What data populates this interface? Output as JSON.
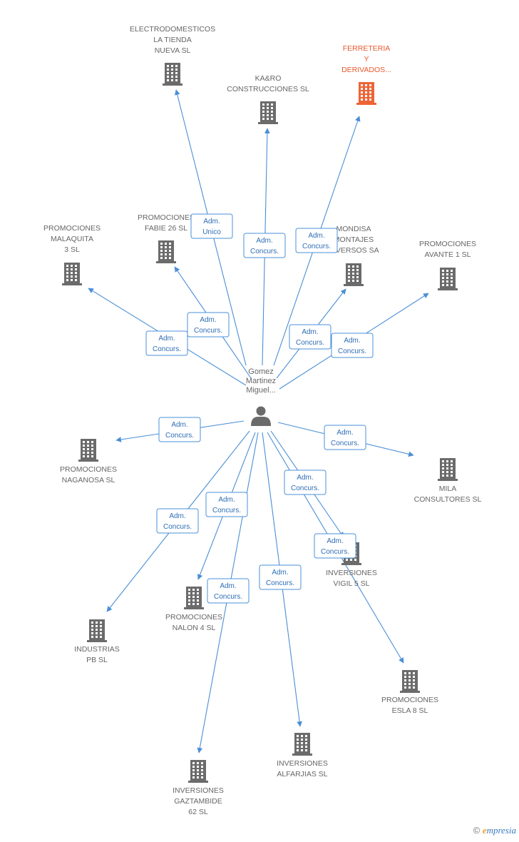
{
  "person": {
    "name_lines": [
      "Gomez",
      "Martinez",
      "Miguel..."
    ],
    "icon": "person-icon"
  },
  "colors": {
    "edge": "#4a8fd6",
    "building": "#6b6b6b",
    "building_highlight": "#ee6436"
  },
  "companies": [
    {
      "id": "electrodomesticos",
      "lines": [
        "ELECTRODOMESTICOS",
        "LA TIENDA",
        "NUEVA SL"
      ],
      "highlight": false
    },
    {
      "id": "karo",
      "lines": [
        "KA&RO",
        "CONSTRUCCIONES SL"
      ],
      "highlight": false
    },
    {
      "id": "ferreteria",
      "lines": [
        "FERRETERIA",
        "Y",
        "DERIVADOS..."
      ],
      "highlight": true
    },
    {
      "id": "malaquita",
      "lines": [
        "PROMOCIONES",
        "MALAQUITA",
        "3 SL"
      ],
      "highlight": false
    },
    {
      "id": "fabie",
      "lines": [
        "PROMOCIONES",
        "FABIE 26 SL"
      ],
      "highlight": false
    },
    {
      "id": "mondisa",
      "lines": [
        "MONDISA",
        "MONTAJES",
        "DIVERSOS SA"
      ],
      "highlight": false
    },
    {
      "id": "avante",
      "lines": [
        "PROMOCIONES",
        "AVANTE 1 SL"
      ],
      "highlight": false
    },
    {
      "id": "naganosa",
      "lines": [
        "PROMOCIONES",
        "NAGANOSA SL"
      ],
      "highlight": false
    },
    {
      "id": "mila",
      "lines": [
        "MILA",
        "CONSULTORES SL"
      ],
      "highlight": false
    },
    {
      "id": "vigil",
      "lines": [
        "INVERSIONES",
        "VIGIL 5 SL"
      ],
      "highlight": false
    },
    {
      "id": "nalon",
      "lines": [
        "PROMOCIONES",
        "NALON 4 SL"
      ],
      "highlight": false
    },
    {
      "id": "industrias",
      "lines": [
        "INDUSTRIAS",
        "PB SL"
      ],
      "highlight": false
    },
    {
      "id": "esla",
      "lines": [
        "PROMOCIONES",
        "ESLA 8 SL"
      ],
      "highlight": false
    },
    {
      "id": "alfarjias",
      "lines": [
        "INVERSIONES",
        "ALFARJIAS SL"
      ],
      "highlight": false
    },
    {
      "id": "gaztambide",
      "lines": [
        "INVERSIONES",
        "GAZTAMBIDE",
        "62 SL"
      ],
      "highlight": false
    }
  ],
  "edges": [
    {
      "to": "electrodomesticos",
      "label": [
        "Adm.",
        "Unico"
      ]
    },
    {
      "to": "karo",
      "label": [
        "Adm.",
        "Concurs."
      ]
    },
    {
      "to": "ferreteria",
      "label": [
        "Adm.",
        "Concurs."
      ]
    },
    {
      "to": "malaquita",
      "label": [
        "Adm.",
        "Concurs."
      ]
    },
    {
      "to": "fabie",
      "label": [
        "Adm.",
        "Concurs."
      ]
    },
    {
      "to": "mondisa",
      "label": [
        "Adm.",
        "Concurs."
      ]
    },
    {
      "to": "avante",
      "label": [
        "Adm.",
        "Concurs."
      ]
    },
    {
      "to": "naganosa",
      "label": [
        "Adm.",
        "Concurs."
      ]
    },
    {
      "to": "mila",
      "label": [
        "Adm.",
        "Concurs."
      ]
    },
    {
      "to": "vigil",
      "label": [
        "Adm.",
        "Concurs."
      ]
    },
    {
      "to": "esla",
      "label": [
        "Adm.",
        "Concurs."
      ]
    },
    {
      "to": "industrias",
      "label": [
        "Adm.",
        "Concurs."
      ]
    },
    {
      "to": "nalon",
      "label": [
        "Adm.",
        "Concurs."
      ]
    },
    {
      "to": "gaztambide",
      "label": [
        "Adm.",
        "Concurs."
      ]
    },
    {
      "to": "alfarjias",
      "label": [
        "Adm.",
        "Concurs."
      ]
    }
  ],
  "footer": {
    "copyright": "©",
    "brand_initial": "e",
    "brand_rest": "mpresia"
  }
}
